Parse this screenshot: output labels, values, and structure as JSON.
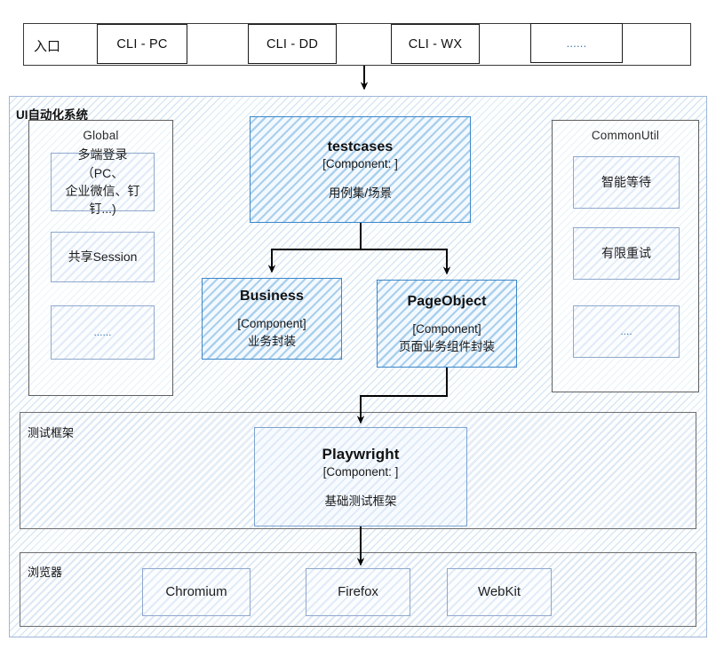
{
  "entry": {
    "label": "入口",
    "items": [
      {
        "label": "CLI - PC"
      },
      {
        "label": "CLI - DD"
      },
      {
        "label": "CLI - WX"
      },
      {
        "label": "......"
      }
    ]
  },
  "ui_system": {
    "label": "UI自动化系统",
    "global": {
      "title": "Global",
      "items": [
        {
          "label": "多端登录（PC、\n企业微信、钉钉...)"
        },
        {
          "label": "共享Session"
        },
        {
          "label": "......"
        }
      ]
    },
    "common_util": {
      "title": "CommonUtil",
      "items": [
        {
          "label": "智能等待"
        },
        {
          "label": "有限重试"
        },
        {
          "label": "...."
        }
      ]
    },
    "components": {
      "testcases": {
        "name": "testcases",
        "stereotype": "[Component: ]",
        "description": "用例集/场景"
      },
      "business": {
        "name": "Business",
        "stereotype": "[Component]",
        "description": "业务封装"
      },
      "page_object": {
        "name": "PageObject",
        "stereotype": "[Component]",
        "description": "页面业务组件封装"
      }
    },
    "test_framework": {
      "label": "测试框架",
      "playwright": {
        "name": "Playwright",
        "stereotype": "[Component: ]",
        "description": "基础测试框架"
      }
    },
    "browser": {
      "label": "浏览器",
      "items": [
        {
          "label": "Chromium"
        },
        {
          "label": "Firefox"
        },
        {
          "label": "WebKit"
        }
      ]
    }
  },
  "colors": {
    "component_border": "#3d87c8",
    "component_fill": "#a9d0ee",
    "leaf_border": "#8fa8cc",
    "region_border": "#6e6e6e",
    "arrow": "#000000"
  }
}
